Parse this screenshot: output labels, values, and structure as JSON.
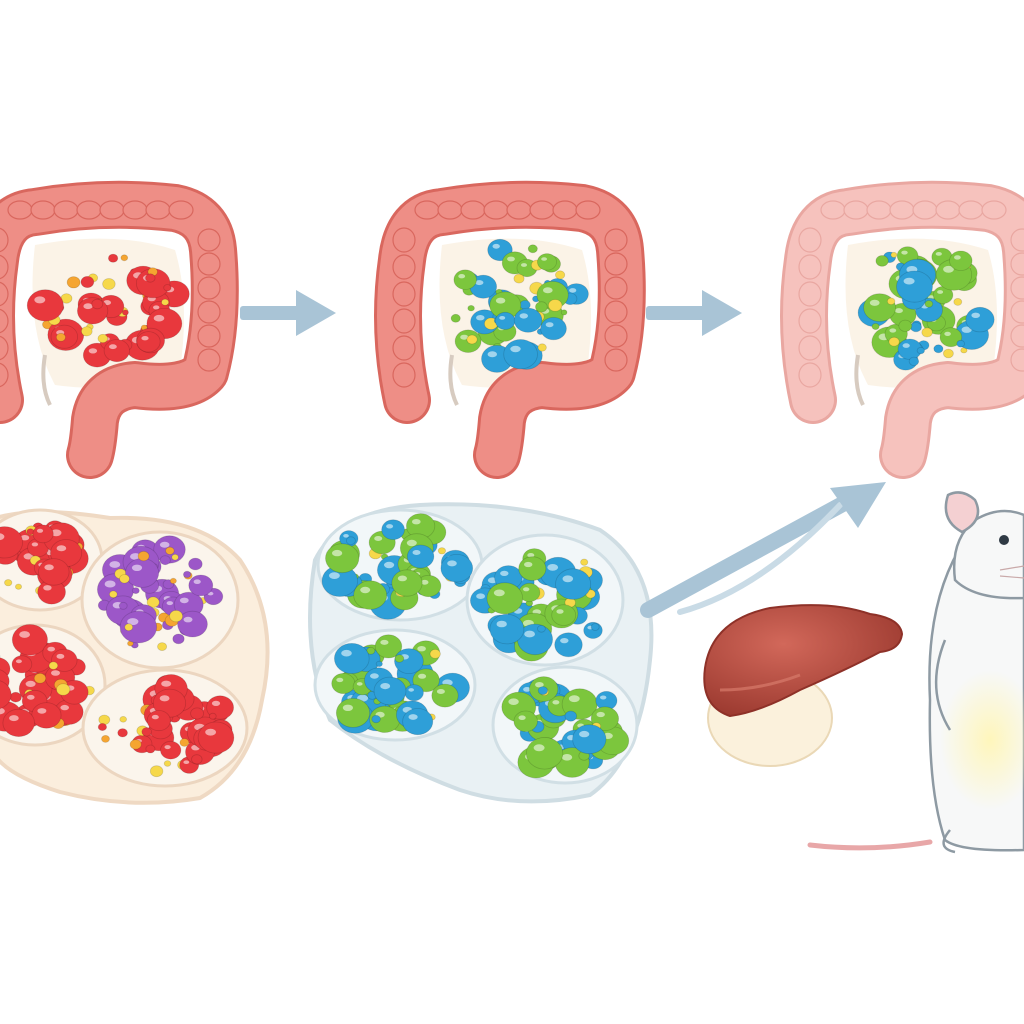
{
  "colors": {
    "background": "#ffffff",
    "colon_wall": "#ee8e86",
    "colon_wall_light": "#f6c2bd",
    "colon_inner": "#fbf3e7",
    "arrow": "#a9c4d6",
    "bacteria_red": "#e8383d",
    "bacteria_orange": "#f5a531",
    "bacteria_yellow": "#f6d84a",
    "bacteria_purple": "#9c57c8",
    "bacteria_blue": "#2e9fd8",
    "bacteria_green": "#7cc63d",
    "cluster_warm_fill": "#fbeedd",
    "cluster_cool_fill": "#e9f1f4",
    "liver": "#b84a3c",
    "fat_pad": "#fbf1dc",
    "mouse_body": "#f7f8f8",
    "mouse_outline": "#8e9aa3",
    "mouse_glow": "#fbf2b0",
    "mouse_tail": "#e8a7a8"
  },
  "diagram": {
    "colons": [
      {
        "id": "colon-dysbiotic",
        "microbes": [
          "red",
          "orange",
          "yellow"
        ]
      },
      {
        "id": "colon-transplanted",
        "microbes": [
          "blue",
          "green",
          "yellow"
        ]
      },
      {
        "id": "colon-recipient",
        "microbes": [
          "blue",
          "green",
          "yellow"
        ]
      }
    ],
    "clusters": [
      {
        "id": "cluster-dysbiotic",
        "microbes": [
          "red",
          "orange",
          "purple",
          "yellow"
        ]
      },
      {
        "id": "cluster-healthy",
        "microbes": [
          "blue",
          "green",
          "yellow"
        ]
      }
    ],
    "icons": [
      "arrow-right-icon",
      "arrow-right-icon",
      "arrow-up-right-icon",
      "liver-icon",
      "mouse-icon"
    ]
  }
}
